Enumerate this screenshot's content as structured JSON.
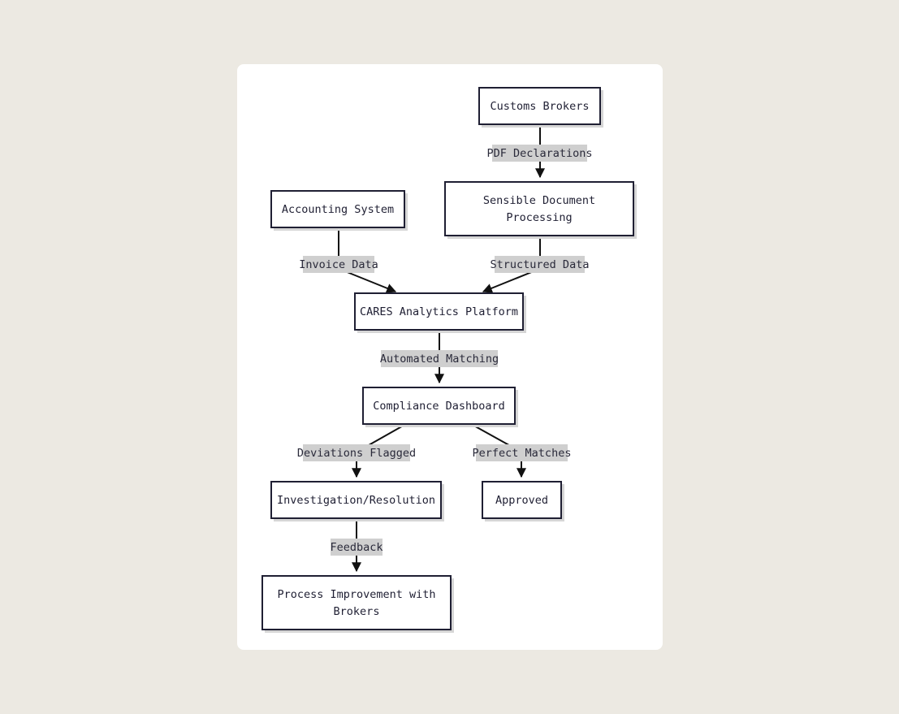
{
  "nodes": {
    "customs_brokers": "Customs Brokers",
    "sensible_doc": [
      "Sensible Document",
      "Processing"
    ],
    "accounting_system": "Accounting System",
    "cares_platform": "CARES Analytics Platform",
    "compliance_dashboard": "Compliance Dashboard",
    "investigation": "Investigation/Resolution",
    "approved": "Approved",
    "process_improvement": [
      "Process Improvement with",
      "Brokers"
    ]
  },
  "edges": {
    "pdf_declarations": "PDF Declarations",
    "invoice_data": "Invoice Data",
    "structured_data": "Structured Data",
    "automated_matching": "Automated Matching",
    "deviations_flagged": "Deviations Flagged",
    "perfect_matches": "Perfect Matches",
    "feedback": "Feedback"
  },
  "colors": {
    "background": "#ece9e2",
    "card": "#ffffff",
    "node_border": "#1f1f33",
    "edge": "#111111",
    "label_bg": "#cfcfcf"
  }
}
